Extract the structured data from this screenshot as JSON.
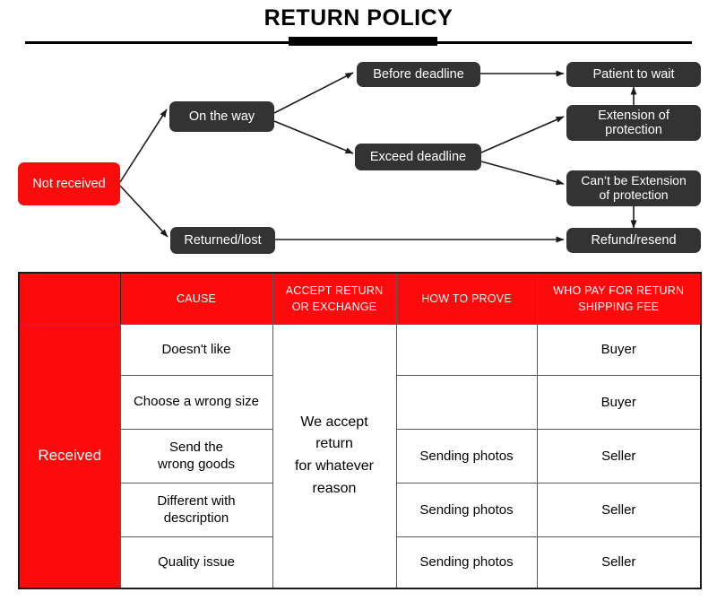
{
  "page": {
    "title": "RETURN POLICY",
    "accent_color": "#fb0b0b",
    "node_color": "#333333",
    "background": "#ffffff"
  },
  "flowchart": {
    "nodes": [
      {
        "id": "not-received",
        "label": "Not received",
        "style": "red"
      },
      {
        "id": "on-the-way",
        "label": "On the way",
        "style": "dark"
      },
      {
        "id": "returned-lost",
        "label": "Returned/lost",
        "style": "dark"
      },
      {
        "id": "before-deadline",
        "label": "Before deadline",
        "style": "dark"
      },
      {
        "id": "exceed-deadline",
        "label": "Exceed deadline",
        "style": "dark"
      },
      {
        "id": "patient-to-wait",
        "label": "Patient to wait",
        "style": "dark"
      },
      {
        "id": "extension",
        "label": "Extension of\nprotection",
        "style": "dark"
      },
      {
        "id": "cant-be-extension",
        "label": "Can't be Extension\nof protection",
        "style": "dark"
      },
      {
        "id": "refund-resend",
        "label": "Refund/resend",
        "style": "dark"
      }
    ],
    "node_labels": {
      "not_received": "Not received",
      "on_the_way": "On the way",
      "returned_lost": "Returned/lost",
      "before_deadline": "Before deadline",
      "exceed_deadline": "Exceed deadline",
      "patient_to_wait": "Patient to wait",
      "extension_line1": "Extension of",
      "extension_line2": "protection",
      "cant_extension_line1": "Can’t be Extension",
      "cant_extension_line2": "of protection",
      "refund_resend": "Refund/resend"
    },
    "edges": [
      {
        "from": "not-received",
        "to": "on-the-way"
      },
      {
        "from": "not-received",
        "to": "returned-lost"
      },
      {
        "from": "on-the-way",
        "to": "before-deadline"
      },
      {
        "from": "on-the-way",
        "to": "exceed-deadline"
      },
      {
        "from": "before-deadline",
        "to": "patient-to-wait"
      },
      {
        "from": "exceed-deadline",
        "to": "extension"
      },
      {
        "from": "exceed-deadline",
        "to": "cant-be-extension"
      },
      {
        "from": "extension",
        "to": "patient-to-wait"
      },
      {
        "from": "cant-be-extension",
        "to": "refund-resend"
      },
      {
        "from": "returned-lost",
        "to": "refund-resend"
      }
    ]
  },
  "table": {
    "row_group_label": "Received",
    "headers": {
      "col0": "",
      "cause": "CAUSE",
      "accept_line1": "ACCEPT RETURN",
      "accept_line2": "OR EXCHANGE",
      "prove": "HOW TO PROVE",
      "pay_line1": "WHO PAY FOR RETURN",
      "pay_line2": "SHIPPING FEE"
    },
    "accept_cell": {
      "line1": "We accept",
      "line2": "return",
      "line3": "for whatever",
      "line4": "reason"
    },
    "rows": [
      {
        "cause_line1": "Doesn't like",
        "cause_line2": "",
        "prove": "",
        "pay": "Buyer"
      },
      {
        "cause_line1": "Choose a wrong size",
        "cause_line2": "",
        "prove": "",
        "pay": "Buyer"
      },
      {
        "cause_line1": "Send the",
        "cause_line2": "wrong goods",
        "prove": "Sending photos",
        "pay": "Seller"
      },
      {
        "cause_line1": "Different with",
        "cause_line2": "description",
        "prove": "Sending photos",
        "pay": "Seller"
      },
      {
        "cause_line1": "Quality issue",
        "cause_line2": "",
        "prove": "Sending photos",
        "pay": "Seller"
      }
    ]
  }
}
